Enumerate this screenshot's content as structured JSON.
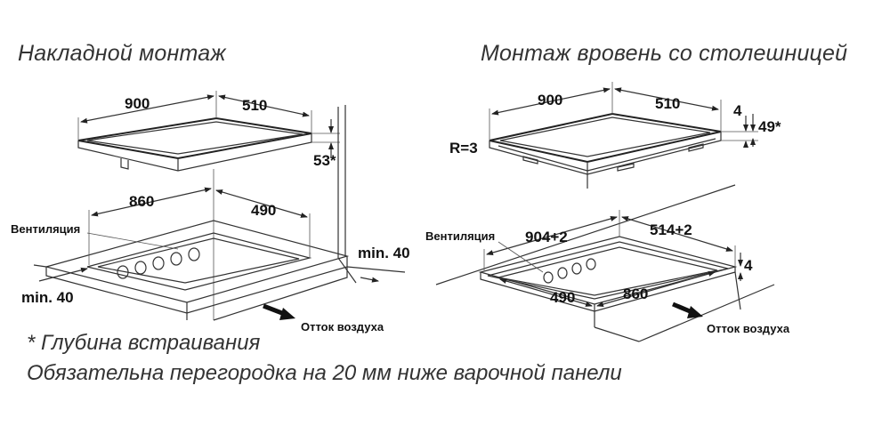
{
  "left": {
    "title": "Накладной монтаж",
    "dims": {
      "top_width": "900",
      "top_depth": "510",
      "height": "53*",
      "cut_width": "860",
      "cut_depth": "490",
      "min_side": "min. 40",
      "min_front": "min. 40"
    },
    "ventilation": "Вентиляция",
    "airflow": "Отток воздуха"
  },
  "right": {
    "title": "Монтаж вровень со столешницей",
    "dims": {
      "top_width": "900",
      "top_depth": "510",
      "rim": "4",
      "height": "49*",
      "radius": "R=3",
      "rebate_width": "904+2",
      "rebate_depth": "514+2",
      "rebate_height": "4",
      "cut_width": "860",
      "cut_depth": "490"
    },
    "ventilation": "Вентиляция",
    "airflow": "Отток воздуха"
  },
  "notes": {
    "depth_note": "* Глубина встраивания",
    "partition_note": "Обязательна перегородка на 20 мм ниже варочной панели"
  }
}
